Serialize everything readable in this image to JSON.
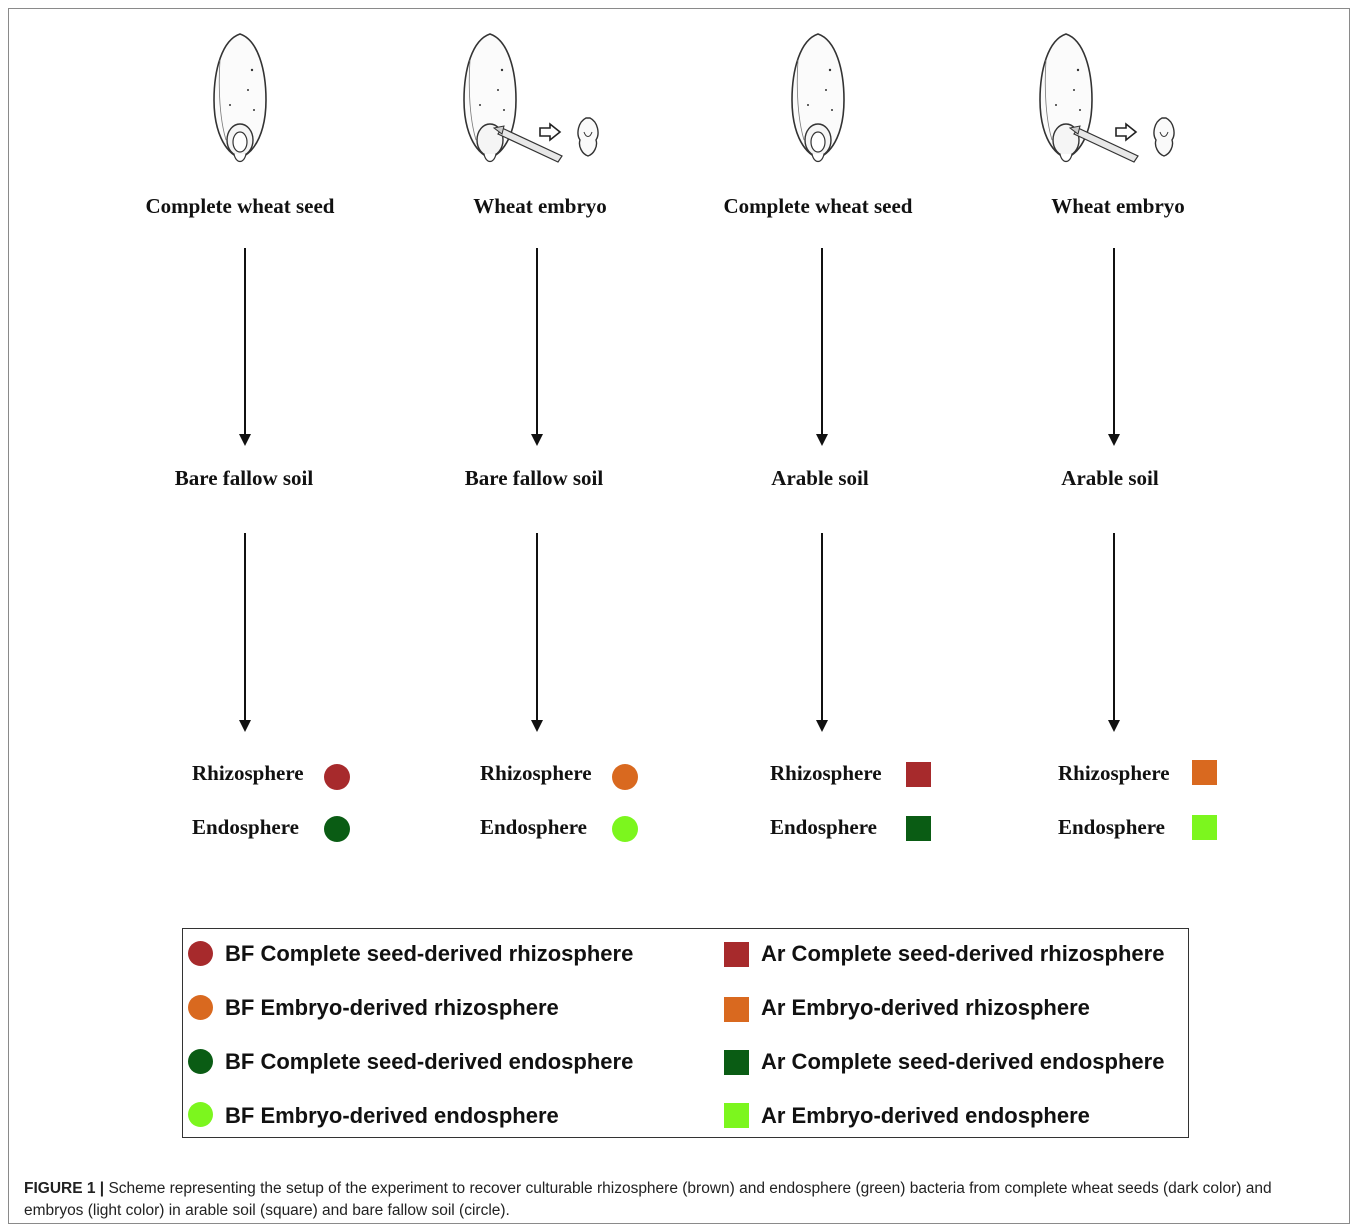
{
  "columns": [
    {
      "title": "Complete wheat seed",
      "soil": "Bare fallow soil",
      "rhizo": "Rhizosphere",
      "endo": "Endosphere",
      "shape": "circle",
      "rhizo_color": "#a72a2c",
      "endo_color": "#0a5c14",
      "embryo_extracted": false
    },
    {
      "title": "Wheat embryo",
      "soil": "Bare fallow soil",
      "rhizo": "Rhizosphere",
      "endo": "Endosphere",
      "shape": "circle",
      "rhizo_color": "#d9691f",
      "endo_color": "#7cf61e",
      "embryo_extracted": true
    },
    {
      "title": "Complete wheat seed",
      "soil": "Arable soil",
      "rhizo": "Rhizosphere",
      "endo": "Endosphere",
      "shape": "square",
      "rhizo_color": "#a72a2c",
      "endo_color": "#0a5c14",
      "embryo_extracted": false
    },
    {
      "title": "Wheat embryo",
      "soil": "Arable soil",
      "rhizo": "Rhizosphere",
      "endo": "Endosphere",
      "shape": "square",
      "rhizo_color": "#d9691f",
      "endo_color": "#7cf61e",
      "embryo_extracted": true
    }
  ],
  "legend": {
    "left": [
      {
        "label": "BF Complete seed-derived rhizosphere",
        "shape": "circle",
        "color": "#a72a2c"
      },
      {
        "label": "BF Embryo-derived rhizosphere",
        "shape": "circle",
        "color": "#d9691f"
      },
      {
        "label": "BF Complete seed-derived endosphere",
        "shape": "circle",
        "color": "#0a5c14"
      },
      {
        "label": "BF Embryo-derived endosphere",
        "shape": "circle",
        "color": "#7cf61e"
      }
    ],
    "right": [
      {
        "label": "Ar Complete seed-derived rhizosphere",
        "shape": "square",
        "color": "#a72a2c"
      },
      {
        "label": "Ar Embryo-derived rhizosphere",
        "shape": "square",
        "color": "#d9691f"
      },
      {
        "label": "Ar Complete seed-derived endosphere",
        "shape": "square",
        "color": "#0a5c14"
      },
      {
        "label": "Ar Embryo-derived endosphere",
        "shape": "square",
        "color": "#7cf61e"
      }
    ]
  },
  "caption": {
    "label": "FIGURE 1 |",
    "text": " Scheme representing the setup of the experiment to recover culturable rhizosphere (brown) and endosphere (green) bacteria from complete wheat seeds (dark color) and embryos (light color) in arable soil (square) and bare fallow soil (circle)."
  }
}
